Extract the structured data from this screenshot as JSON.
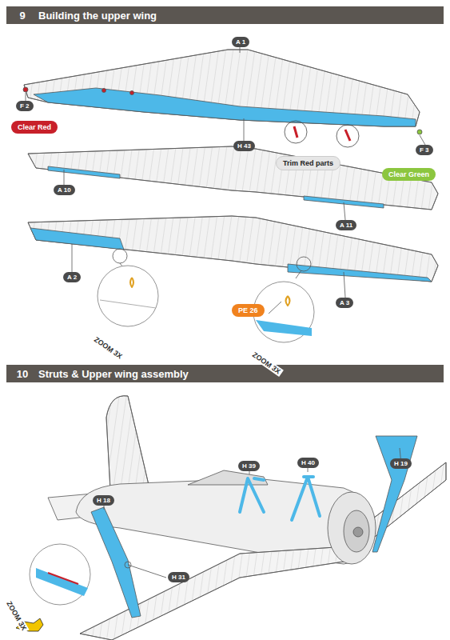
{
  "diagram": {
    "nodes": [
      {
        "text": [
          "9",
          "Building the upper wing"
        ]
      },
      {
        "text": [
          "Clear Red"
        ]
      },
      {
        "text": [
          "Trim Red parts"
        ]
      },
      {
        "text": [
          "Clear Green"
        ]
      },
      {
        "text": [
          "PE 26"
        ]
      },
      {
        "text": [
          "10",
          "Struts & Upper wing assembly"
        ]
      }
    ],
    "labels": [
      "A 1",
      "F 2",
      "H 43",
      "F 3",
      "A 10",
      "A 11",
      "A 2",
      "A 3",
      "ZOOM 3X",
      "ZOOM 3X",
      "H 39",
      "H 40",
      "H 19",
      "H 18",
      "H 31",
      "ZOOM 3X"
    ]
  }
}
